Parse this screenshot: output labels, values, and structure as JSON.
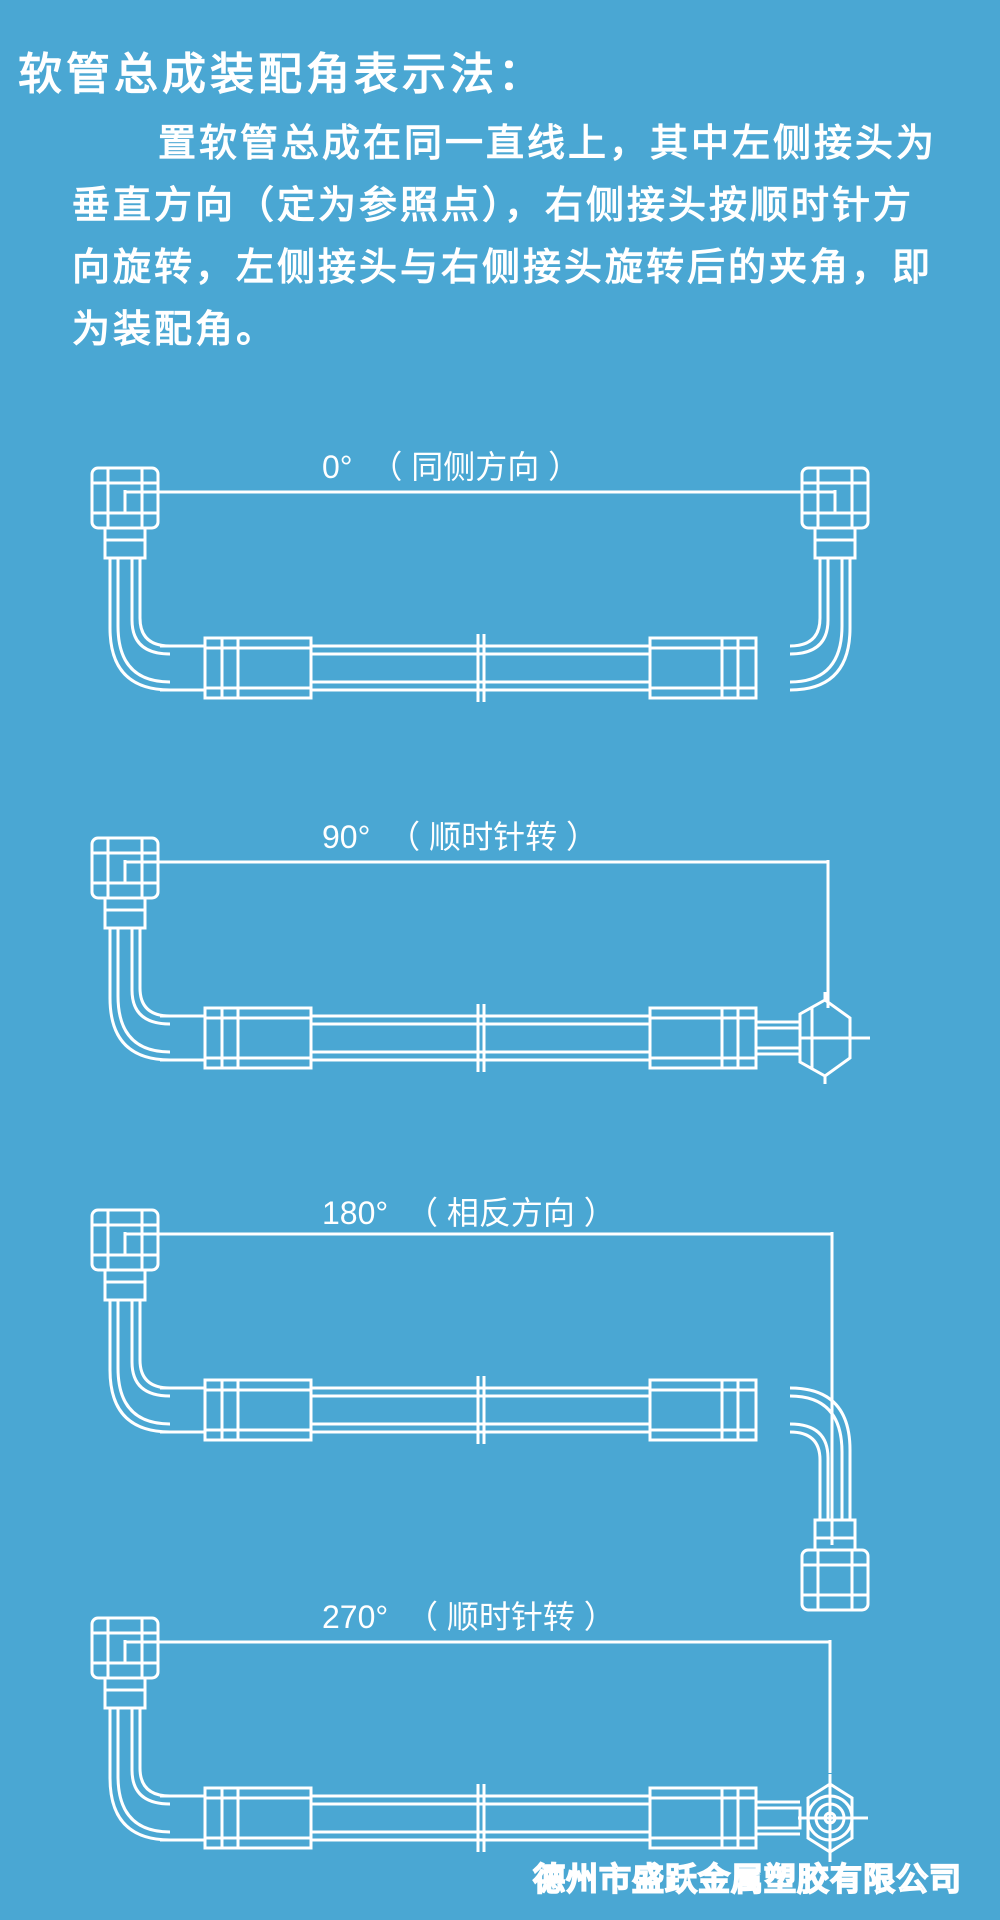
{
  "title": "软管总成装配角表示法：",
  "description": "置软管总成在同一直线上，其中左侧接头为垂直方向（定为参照点），右侧接头按顺时针方向旋转，左侧接头与右侧接头旋转后的夹角，即为装配角。",
  "diagrams": [
    {
      "angle": "0°",
      "label": "（ 同侧方向 ）"
    },
    {
      "angle": "90°",
      "label": "（ 顺时针转 ）"
    },
    {
      "angle": "180°",
      "label": "（ 相反方向 ）"
    },
    {
      "angle": "270°",
      "label": "（ 顺时针转 ）"
    }
  ],
  "footer": "德州市盛跃金属塑胶有限公司",
  "colors": {
    "background": "#4aa7d3",
    "line": "#ffffff"
  }
}
